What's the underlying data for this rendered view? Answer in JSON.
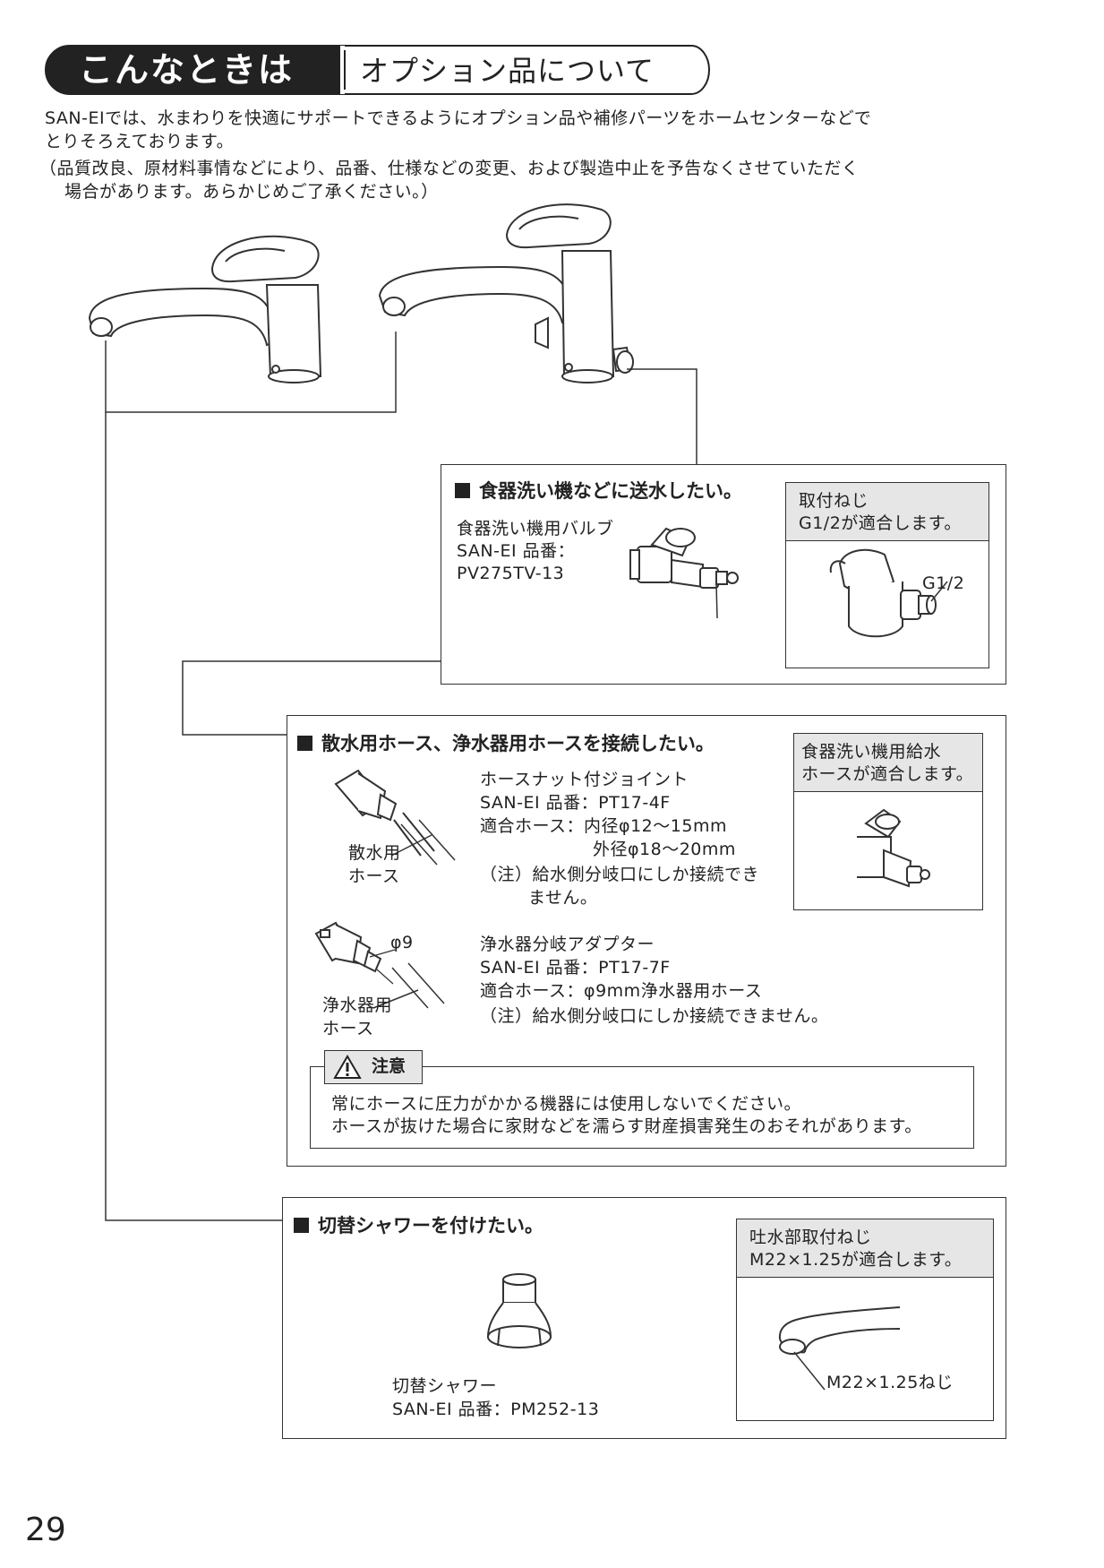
{
  "header": {
    "label": "こんなときは",
    "title": "オプション品について"
  },
  "intro": {
    "line1": "SAN-EIでは、水まわりを快適にサポートできるようにオプション品や補修パーツをホームセンターなどで",
    "line2": "とりそろえております。",
    "line3": "（品質改良、原材料事情などにより、品番、仕様などの変更、および製造中止を予告なくさせていただく",
    "line4": "場合があります。あらかじめご了承ください。）"
  },
  "dishwasher": {
    "title": "食器洗い機などに送水したい。",
    "product_name": "食器洗い機用バルブ",
    "product_code_line": "SAN-EI 品番：",
    "product_code": "PV275TV-13",
    "note_line1": "取付ねじ",
    "note_line2": "G1/2が適合します。",
    "thread_label": "G1/2"
  },
  "hose": {
    "title": "散水用ホース、浄水器用ホースを接続したい。",
    "joint_name": "ホースナット付ジョイント",
    "joint_code": "SAN-EI 品番：PT17-4F",
    "joint_fit1": "適合ホース：内径φ12～15mm",
    "joint_fit2": "外径φ18～20mm",
    "joint_note1": "（注）給水側分岐口にしか接続でき",
    "joint_note2": "ません。",
    "garden_hose_1": "散水用",
    "garden_hose_2": "ホース",
    "adapter_name": "浄水器分岐アダプター",
    "adapter_code": "SAN-EI 品番：PT17-7F",
    "adapter_fit": "適合ホース：φ9mm浄水器用ホース",
    "adapter_note": "（注）給水側分岐口にしか接続できません。",
    "phi9": "φ9",
    "purifier_hose_1": "浄水器用",
    "purifier_hose_2": "ホース",
    "side_note1": "食器洗い機用給水",
    "side_note2": "ホースが適合します。",
    "caution_label": "注意",
    "caution_line1": "常にホースに圧力がかかる機器には使用しないでください。",
    "caution_line2": "ホースが抜けた場合に家財などを濡らす財産損害発生のおそれがあります。"
  },
  "shower": {
    "title": "切替シャワーを付けたい。",
    "product_name": "切替シャワー",
    "product_code": "SAN-EI 品番：PM252-13",
    "note_line1": "吐水部取付ねじ",
    "note_line2": "M22×1.25が適合します。",
    "thread_label": "M22×1.25ねじ"
  },
  "page_number": "29"
}
